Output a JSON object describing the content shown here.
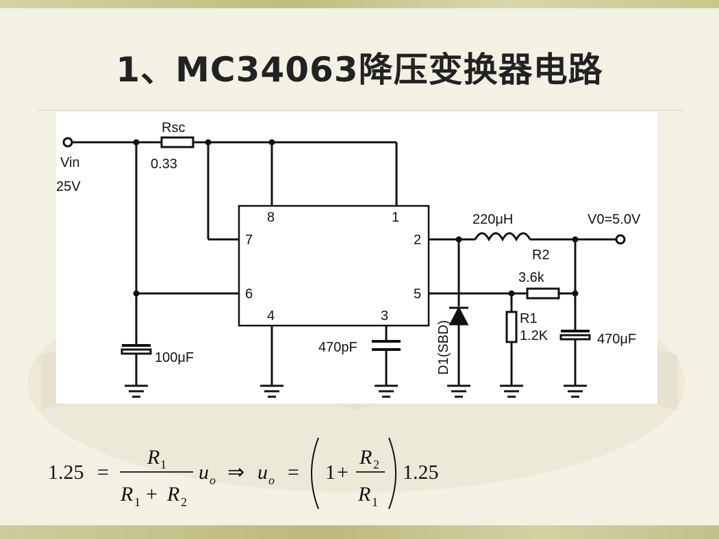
{
  "slide": {
    "title": "1、MC34063降压变换器电路"
  },
  "circuit": {
    "vin_label": "Vin",
    "vin_value": "25V",
    "rsc_label": "Rsc",
    "rsc_value": "0.33",
    "pins": [
      "8",
      "1",
      "7",
      "2",
      "6",
      "5",
      "4",
      "3"
    ],
    "inductor_label": "220μH",
    "vout_label": "V0=5.0V",
    "r2_label": "R2",
    "r2_value": "3.6k",
    "r1_label": "R1",
    "r1_value": "1.2K",
    "c_out_label": "470μF",
    "c_in_label": "100μF",
    "c_t_label": "470pF",
    "diode_label": "D1(SBD)"
  },
  "formula": {
    "lhs": "1.25",
    "eq": "=",
    "frac1_num": "R",
    "frac1_num_sub": "1",
    "frac1_den_r1": "R",
    "frac1_den_r1_sub": "1",
    "frac1_den_plus": "+",
    "frac1_den_r2": "R",
    "frac1_den_r2_sub": "2",
    "u": "u",
    "u_sub": "o",
    "implies": "⇒",
    "one": "1",
    "plus": "+",
    "frac2_num": "R",
    "frac2_num_sub": "2",
    "frac2_den": "R",
    "frac2_den_sub": "1",
    "tail": "1.25"
  }
}
